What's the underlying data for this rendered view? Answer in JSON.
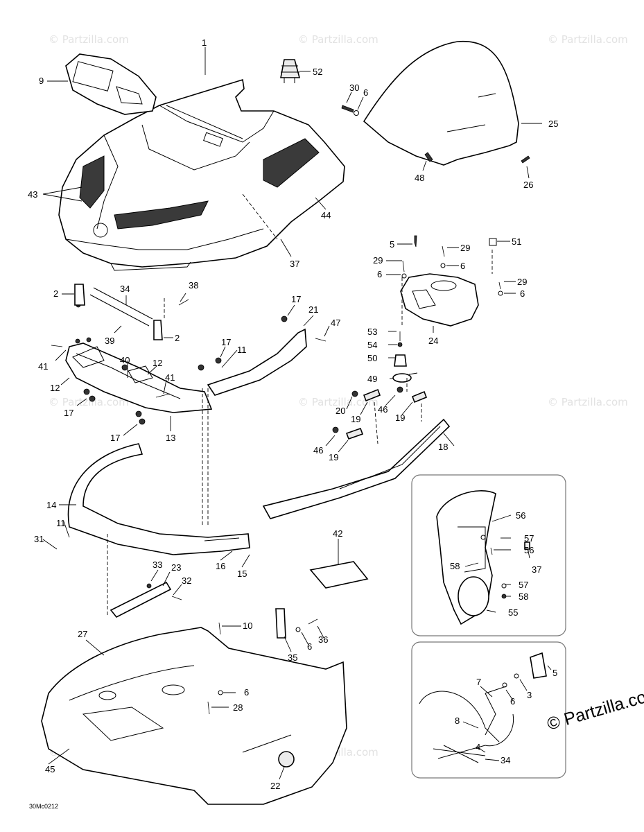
{
  "diagram_code": "30Mc0212",
  "copyright": "© Partzilla.com",
  "watermark": "© Partzilla.com",
  "callouts": [
    "1",
    "9",
    "52",
    "30",
    "6",
    "25",
    "48",
    "26",
    "43",
    "44",
    "37",
    "5",
    "29",
    "51",
    "29",
    "6",
    "6",
    "29",
    "6",
    "2",
    "34",
    "38",
    "17",
    "21",
    "47",
    "2",
    "39",
    "17",
    "11",
    "24",
    "53",
    "54",
    "50",
    "49",
    "41",
    "40",
    "12",
    "12",
    "41",
    "17",
    "17",
    "13",
    "20",
    "19",
    "46",
    "19",
    "46",
    "19",
    "18",
    "14",
    "11",
    "31",
    "16",
    "15",
    "42",
    "56",
    "57",
    "56",
    "37",
    "58",
    "57",
    "58",
    "55",
    "33",
    "23",
    "32",
    "10",
    "27",
    "35",
    "6",
    "36",
    "6",
    "28",
    "45",
    "22",
    "7",
    "5",
    "3",
    "6",
    "8",
    "4",
    "34"
  ]
}
